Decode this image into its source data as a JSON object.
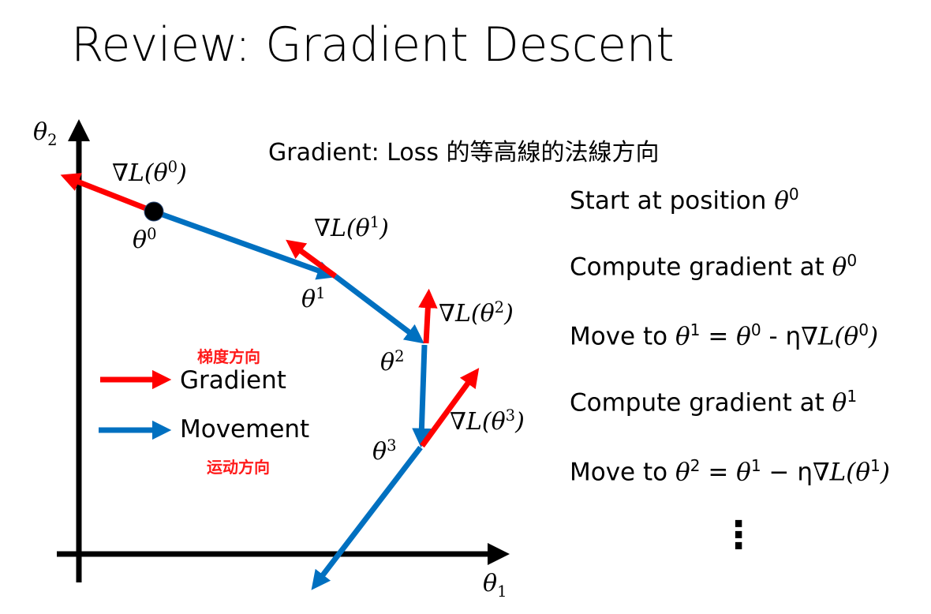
{
  "title": "Review: Gradient Descent",
  "subtitle": "Gradient: Loss 的等高線的法線方向",
  "axes": {
    "x_label": "θ",
    "x_sub": "1",
    "y_label": "θ",
    "y_sub": "2"
  },
  "points": [
    {
      "label": "θ",
      "sup": "0",
      "grad_label": "∇L(θ",
      "grad_sup": "0",
      "grad_close": ")"
    },
    {
      "label": "θ",
      "sup": "1",
      "grad_label": "∇L(θ",
      "grad_sup": "1",
      "grad_close": ")"
    },
    {
      "label": "θ",
      "sup": "2",
      "grad_label": "∇L(θ",
      "grad_sup": "2",
      "grad_close": ")"
    },
    {
      "label": "θ",
      "sup": "3",
      "grad_label": "∇L(θ",
      "grad_sup": "3",
      "grad_close": ")"
    }
  ],
  "legend": {
    "gradient_cn": "梯度方向",
    "gradient": "Gradient",
    "movement": "Movement",
    "movement_cn": "运动方向"
  },
  "steps": [
    {
      "text": "Start at position ",
      "m1": "θ",
      "s1": "0"
    },
    {
      "text": "Compute gradient at ",
      "m1": "θ",
      "s1": "0"
    },
    {
      "text": "Move to ",
      "m1": "θ",
      "s1": "1",
      "eq": " = ",
      "m2": "θ",
      "s2": "0",
      "op": " - η",
      "m3": "∇L(θ",
      "s3": "0",
      "close": ")"
    },
    {
      "text": "Compute gradient at ",
      "m1": "θ",
      "s1": "1"
    },
    {
      "text": "Move to ",
      "m1": "θ",
      "s1": "2",
      "eq": " = ",
      "m2": "θ",
      "s2": "1",
      "op": " − η",
      "m3": "∇L(θ",
      "s3": "1",
      "close": ")"
    }
  ],
  "ellipsis": "⋮",
  "colors": {
    "gradient": "#ff0000",
    "movement": "#0070c0",
    "axis": "#000000"
  }
}
